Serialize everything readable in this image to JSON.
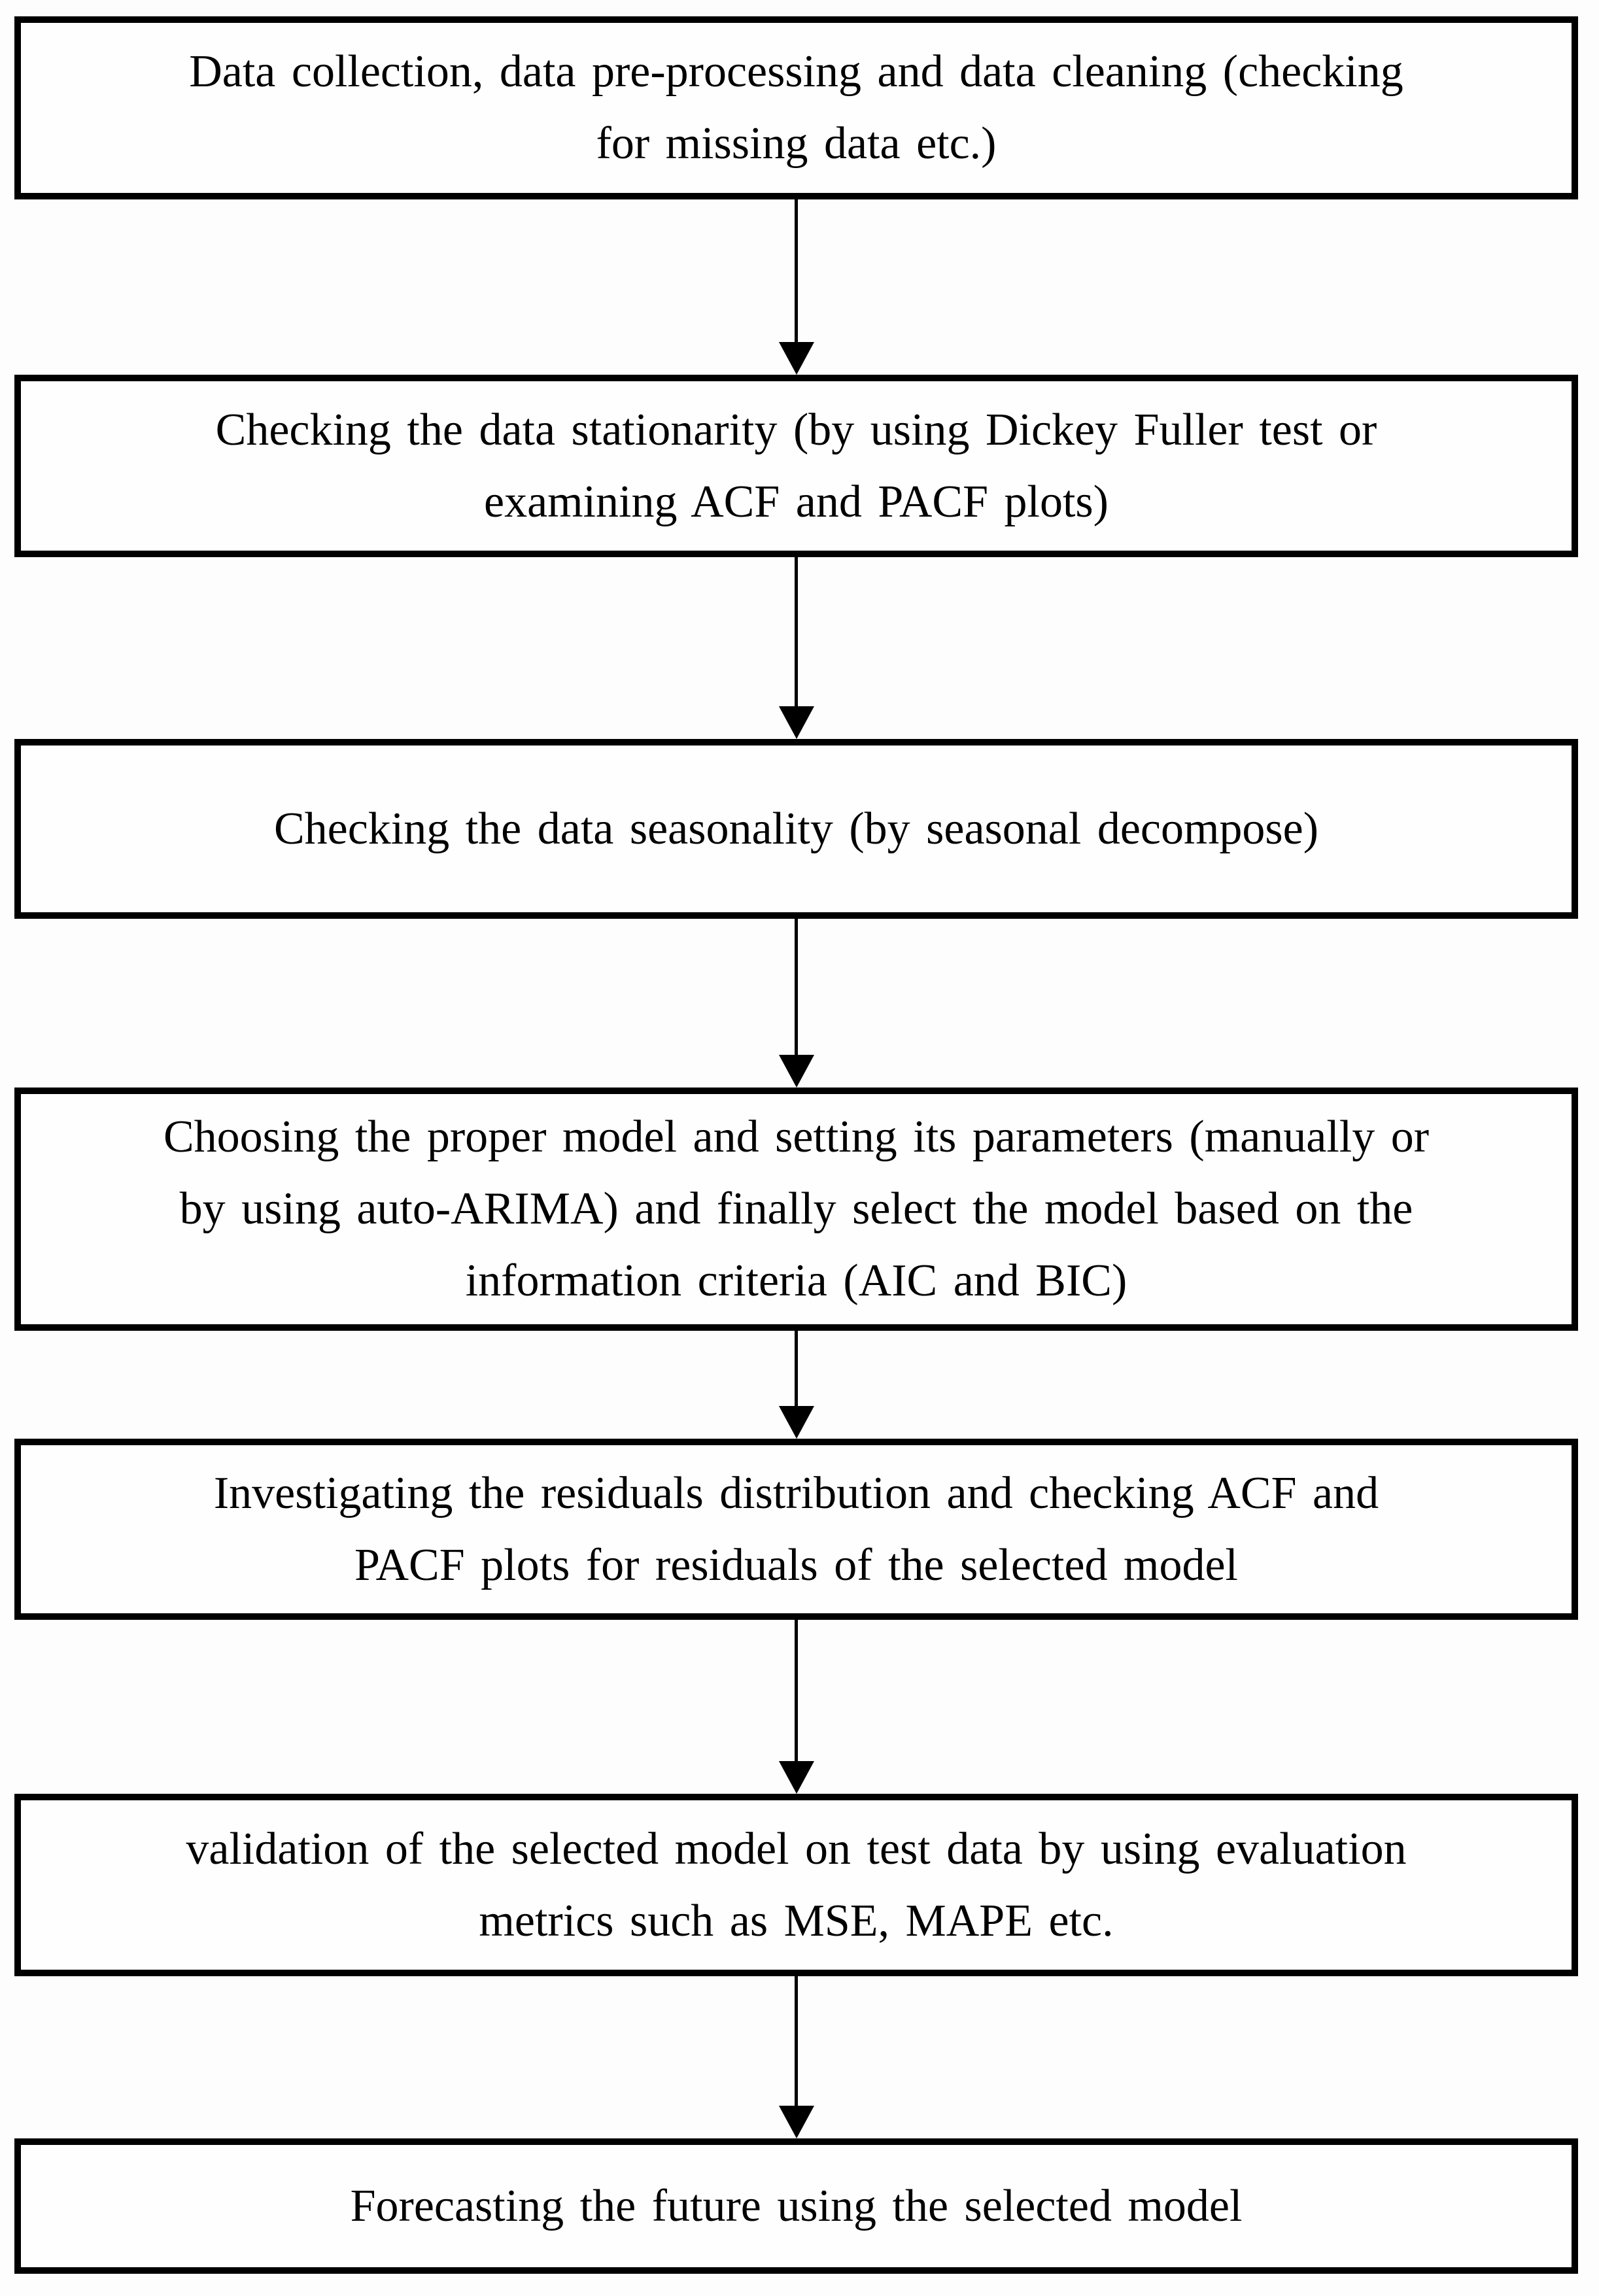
{
  "flowchart": {
    "colors": {
      "border": "#000000",
      "text": "#000000",
      "box_background": "#fefefe",
      "page_background": "#fdfdfd"
    },
    "steps": [
      {
        "id": "data-collection",
        "text": "Data collection, data pre-processing and data cleaning (checking\nfor missing data etc.)"
      },
      {
        "id": "stationarity-check",
        "text": "Checking the data stationarity (by using Dickey Fuller test or\nexamining ACF and PACF plots)"
      },
      {
        "id": "seasonality-check",
        "text": "Checking the data seasonality (by seasonal decompose)"
      },
      {
        "id": "model-selection",
        "text": "Choosing the proper model and setting its parameters (manually or\nby using auto-ARIMA) and finally select the model based on the\ninformation criteria (AIC and BIC)"
      },
      {
        "id": "residuals-check",
        "text": "Investigating the residuals distribution and checking ACF and\nPACF plots for residuals of the selected model"
      },
      {
        "id": "model-validation",
        "text": "validation of the selected model on test data by using evaluation\nmetrics such as MSE, MAPE etc."
      },
      {
        "id": "forecasting",
        "text": "Forecasting the future using the selected model"
      }
    ]
  }
}
